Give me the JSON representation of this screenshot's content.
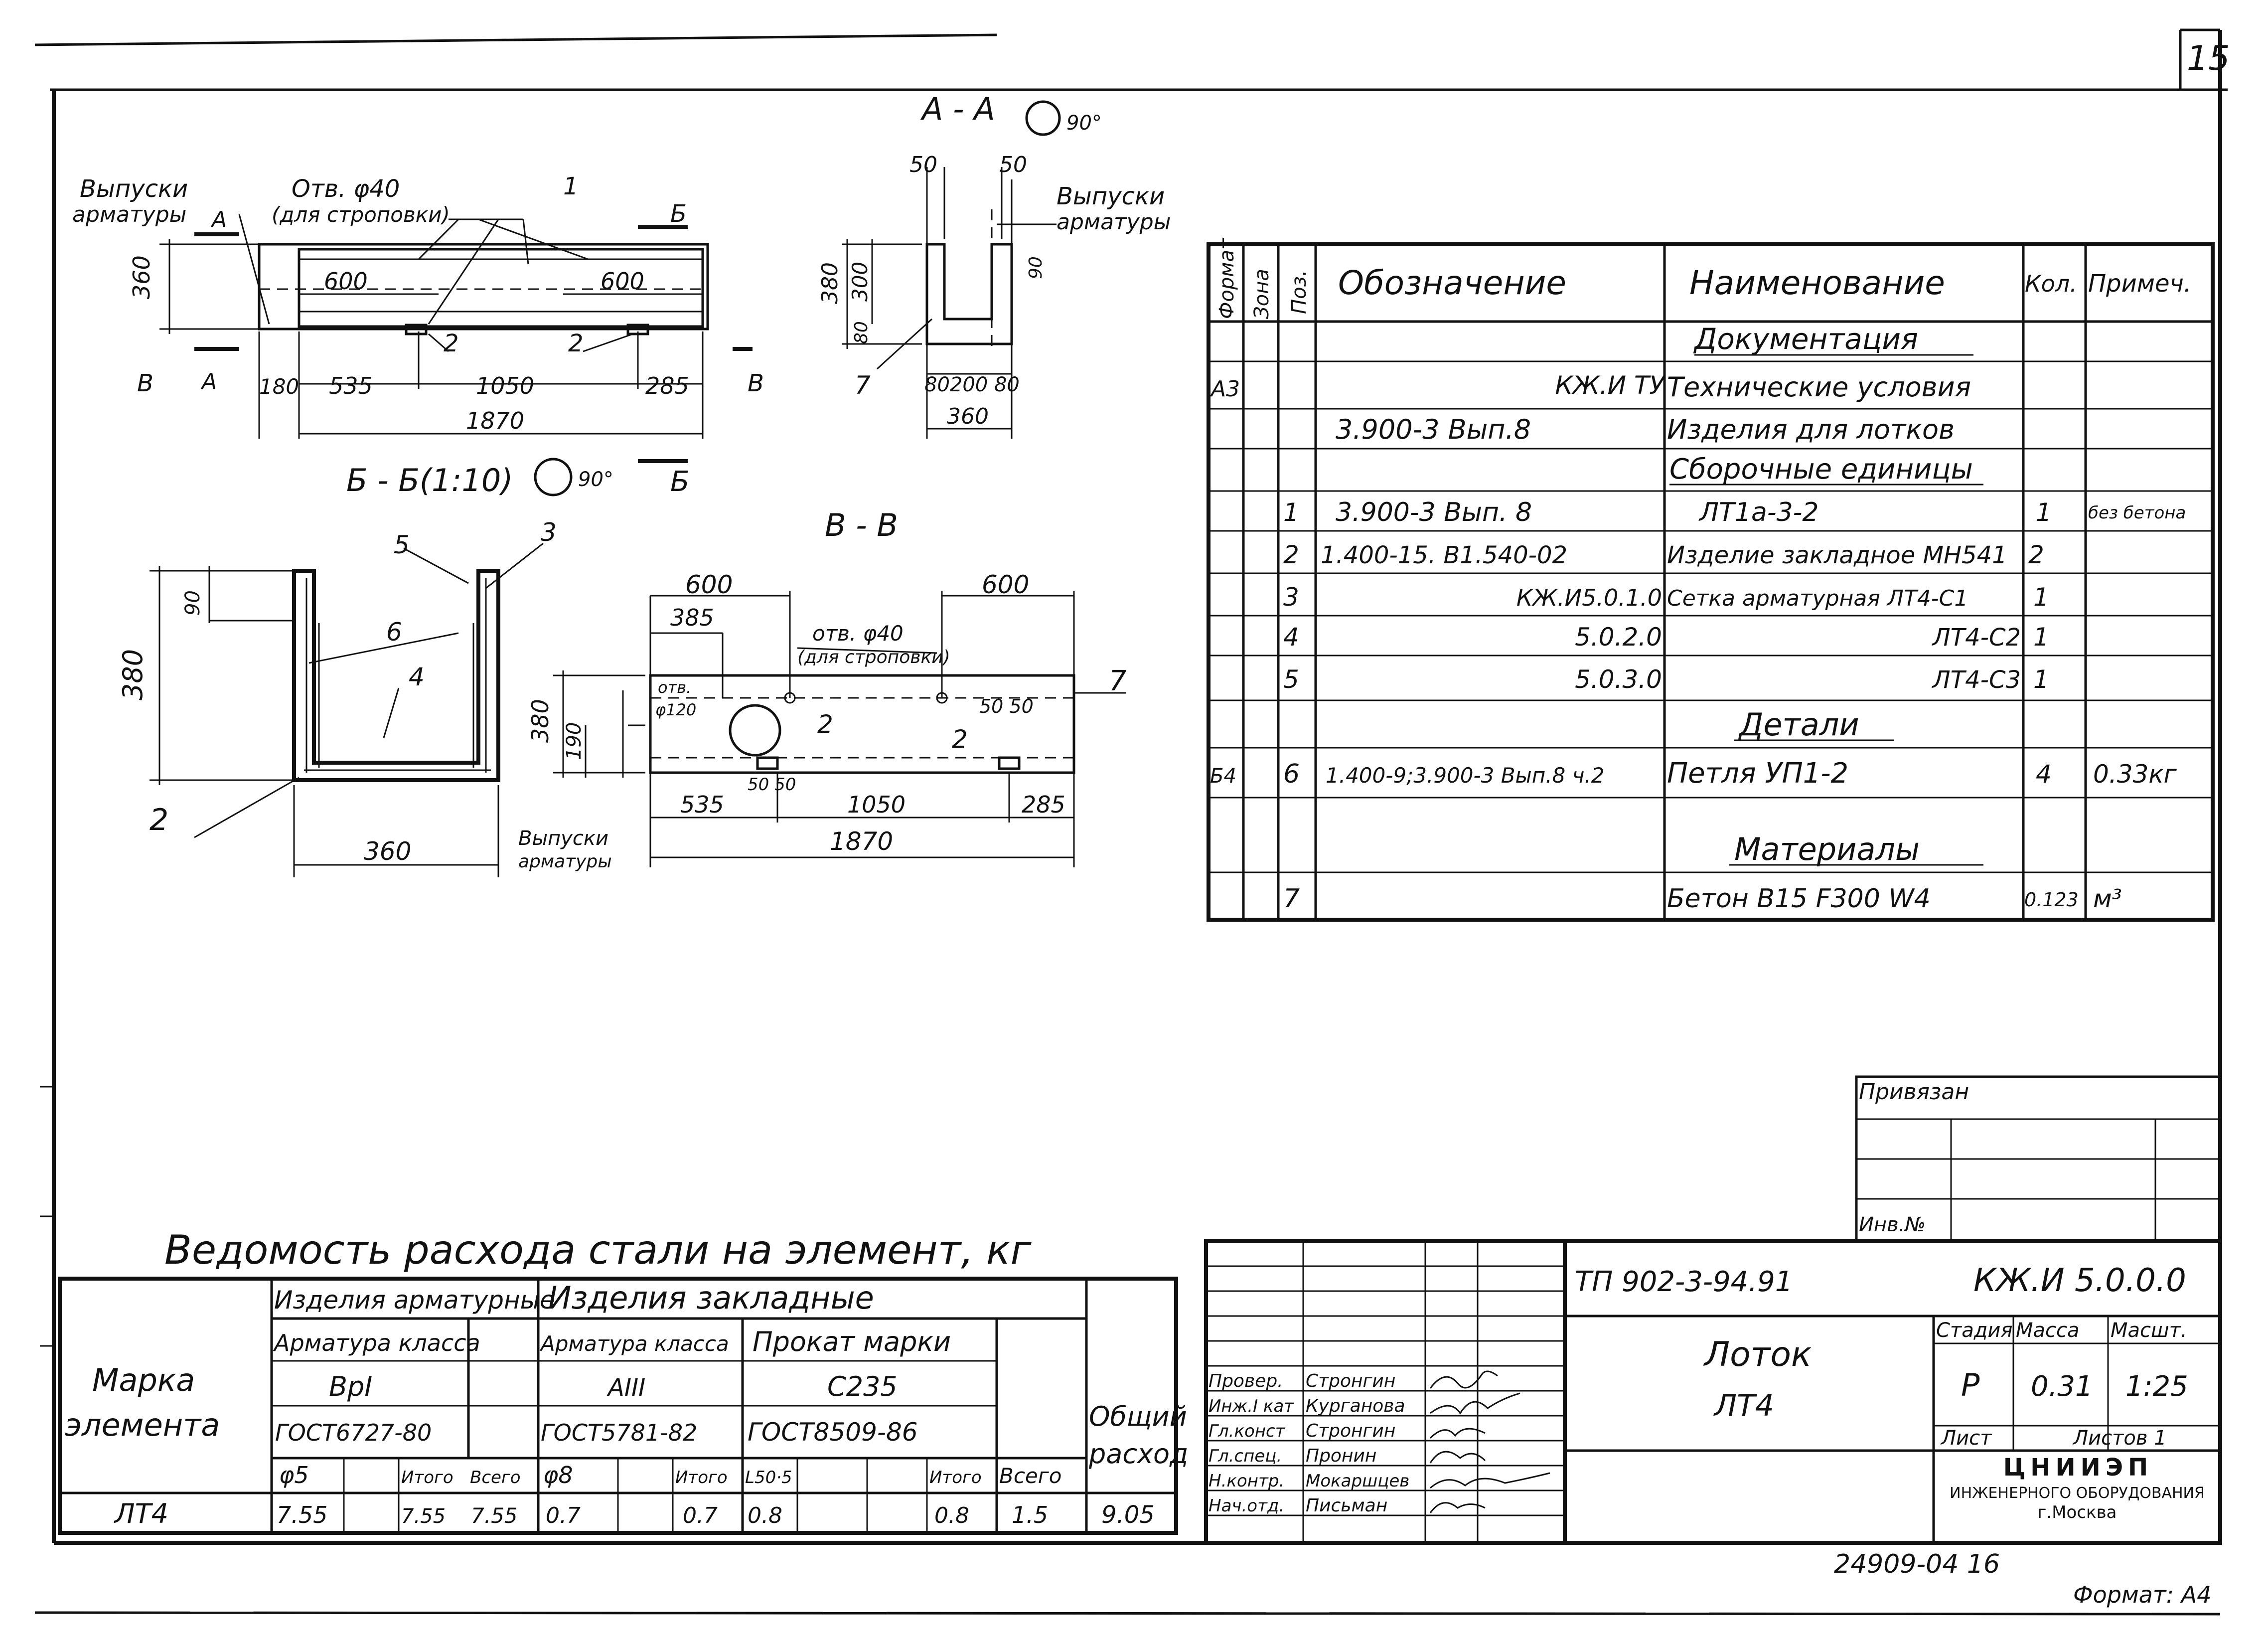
{
  "sheet": {
    "number": "15",
    "format_label": "Формат: А4",
    "archive_number": "24909-04 16"
  },
  "views": {
    "front": {
      "label_outlets": [
        "Выпуски",
        "арматуры"
      ],
      "label_holes": [
        "Отв. φ40",
        "(для строповки)"
      ],
      "pos_1": "1",
      "pos_2a": "2",
      "pos_2b": "2",
      "dim_600_left": "600",
      "dim_600_right": "600",
      "dim_360": "360",
      "dim_180": "180",
      "dim_535": "535",
      "dim_1050": "1050",
      "dim_285": "285",
      "dim_1870": "1870",
      "mark_A_top": "А",
      "mark_A_bottom": "А",
      "mark_B_left": "В",
      "mark_B_right": "В",
      "mark_Bb_top": "Б"
    },
    "section_aa": {
      "title": "А - А",
      "rotation": "90°",
      "dim_50_left": "50",
      "dim_50_right": "50",
      "dim_380": "380",
      "dim_300": "300",
      "dim_80v": "80",
      "dim_90": "90",
      "dim_80_200_80": "80200 80",
      "dim_360": "360",
      "pos_7": "7",
      "label_outlets": [
        "Выпуски",
        "арматуры"
      ]
    },
    "section_bb": {
      "title": "Б - Б(1:10)",
      "rotation": "90°",
      "mark_b": "Б",
      "pos_5": "5",
      "pos_3": "3",
      "pos_6": "6",
      "pos_4": "4",
      "pos_2": "2",
      "dim_90": "90",
      "dim_380": "380",
      "dim_360": "360"
    },
    "section_vv": {
      "title": "В - В",
      "dim_600_left": "600",
      "dim_385": "385",
      "dim_600_right": "600",
      "label_holes": [
        "отв. φ40",
        "(для строповки)"
      ],
      "label_hole_120": [
        "отв.",
        "φ120"
      ],
      "dim_380": "380",
      "dim_190": "190",
      "dim_50_50_top": "50 50",
      "dim_50_50_bottom": "50 50",
      "pos_2a": "2",
      "pos_2b": "2",
      "pos_7": "7",
      "dim_535": "535",
      "dim_1050": "1050",
      "dim_285": "285",
      "dim_1870": "1870",
      "label_outlets": [
        "Выпуски",
        "арматуры"
      ]
    }
  },
  "spec_table": {
    "headers": {
      "format": "Формат",
      "zone": "Зона",
      "pos": "Поз.",
      "designation": "Обозначение",
      "name": "Наименование",
      "qty": "Кол.",
      "note": "Примеч."
    },
    "rows": [
      {
        "format": "",
        "pos": "",
        "designation": "",
        "name": "Документация",
        "qty": "",
        "note": "",
        "section": true
      },
      {
        "format": "А3",
        "pos": "",
        "designation": "КЖ.И ТУ",
        "name": "Технические условия",
        "qty": "",
        "note": ""
      },
      {
        "format": "",
        "pos": "",
        "designation": "3.900-3 Вып.8",
        "name": "Изделия для лотков",
        "qty": "",
        "note": ""
      },
      {
        "format": "",
        "pos": "",
        "designation": "",
        "name": "Сборочные единицы",
        "qty": "",
        "note": "",
        "section": true
      },
      {
        "format": "",
        "pos": "1",
        "designation": "3.900-3 Вып. 8",
        "name": "ЛТ1а-3-2",
        "qty": "1",
        "note": "без бетона"
      },
      {
        "format": "",
        "pos": "2",
        "designation": "1.400-15. В1.540-02",
        "name": "Изделие закладное МН541",
        "qty": "2",
        "note": ""
      },
      {
        "format": "",
        "pos": "3",
        "designation": "КЖ.И5.0.1.0",
        "name": "Сетка арматурная ЛТ4-С1",
        "qty": "1",
        "note": ""
      },
      {
        "format": "",
        "pos": "4",
        "designation": "5.0.2.0",
        "name": "ЛТ4-С2",
        "qty": "1",
        "note": ""
      },
      {
        "format": "",
        "pos": "5",
        "designation": "5.0.3.0",
        "name": "ЛТ4-С3",
        "qty": "1",
        "note": ""
      },
      {
        "format": "",
        "pos": "",
        "designation": "",
        "name": "Детали",
        "qty": "",
        "note": "",
        "section": true
      },
      {
        "format": "Б4",
        "pos": "6",
        "designation": "1.400-9;3.900-3 Вып.8 ч.2",
        "name": "Петля УП1-2",
        "qty": "4",
        "note": "0.33кг"
      },
      {
        "format": "",
        "pos": "",
        "designation": "",
        "name": "Материалы",
        "qty": "",
        "note": "",
        "section": true
      },
      {
        "format": "",
        "pos": "7",
        "designation": "",
        "name": "Бетон В15 F300 W4",
        "qty": "0.123",
        "note": "м³"
      }
    ]
  },
  "steel_table": {
    "title": "Ведомость расхода стали на элемент, кг",
    "mark_header": [
      "Марка",
      "элемента"
    ],
    "group_rebar": "Изделия арматурные",
    "group_embedded": "Изделия закладные",
    "rebar_class_label": "Арматура класса",
    "rebar_class": "ВрI",
    "rebar_gost": "ГОСТ6727-80",
    "emb_class_label": "Арматура класса",
    "emb_class": "АIII",
    "emb_gost": "ГОСТ5781-82",
    "rolled_label": "Прокат марки",
    "rolled_grade": "С235",
    "rolled_gost": "ГОСТ8509-86",
    "total_header": [
      "Общий",
      "расход"
    ],
    "sub": {
      "phi5": "φ5",
      "itogo": "Итого",
      "vsego": "Всего",
      "phi8": "φ8",
      "l50": "L50·5"
    },
    "row": {
      "mark": "ЛТ4",
      "phi5": "7.55",
      "itogo1": "7.55",
      "vsego1": "7.55",
      "phi8": "0.7",
      "itogo2": "0.7",
      "l50": "0.8",
      "itogo3": "0.8",
      "vsego2": "1.5",
      "total": "9.05"
    }
  },
  "title_block": {
    "tied": "Привязан",
    "inv": "Инв.№",
    "project_code": "ТП 902-3-94.91",
    "doc_code": "КЖ.И 5.0.0.0",
    "name": [
      "Лоток",
      "ЛТ4"
    ],
    "stage_label": "Стадия",
    "mass_label": "Масса",
    "scale_label": "Масшт.",
    "stage": "Р",
    "mass": "0.31",
    "scale": "1:25",
    "sheet_label": "Лист",
    "sheets_label": "Листов 1",
    "org": [
      "ЦНИИЭП",
      "ИНЖЕНЕРНОГО ОБОРУДОВАНИЯ",
      "г.Москва"
    ],
    "signatures": [
      {
        "role": "Провер.",
        "name": "Стронгин"
      },
      {
        "role": "Инж.I кат",
        "name": "Курганова"
      },
      {
        "role": "Гл.конст",
        "name": "Стронгин"
      },
      {
        "role": "Гл.спец.",
        "name": "Пронин"
      },
      {
        "role": "Н.контр.",
        "name": "Мокаршцев"
      },
      {
        "role": "Нач.отд.",
        "name": "Письман"
      }
    ]
  }
}
